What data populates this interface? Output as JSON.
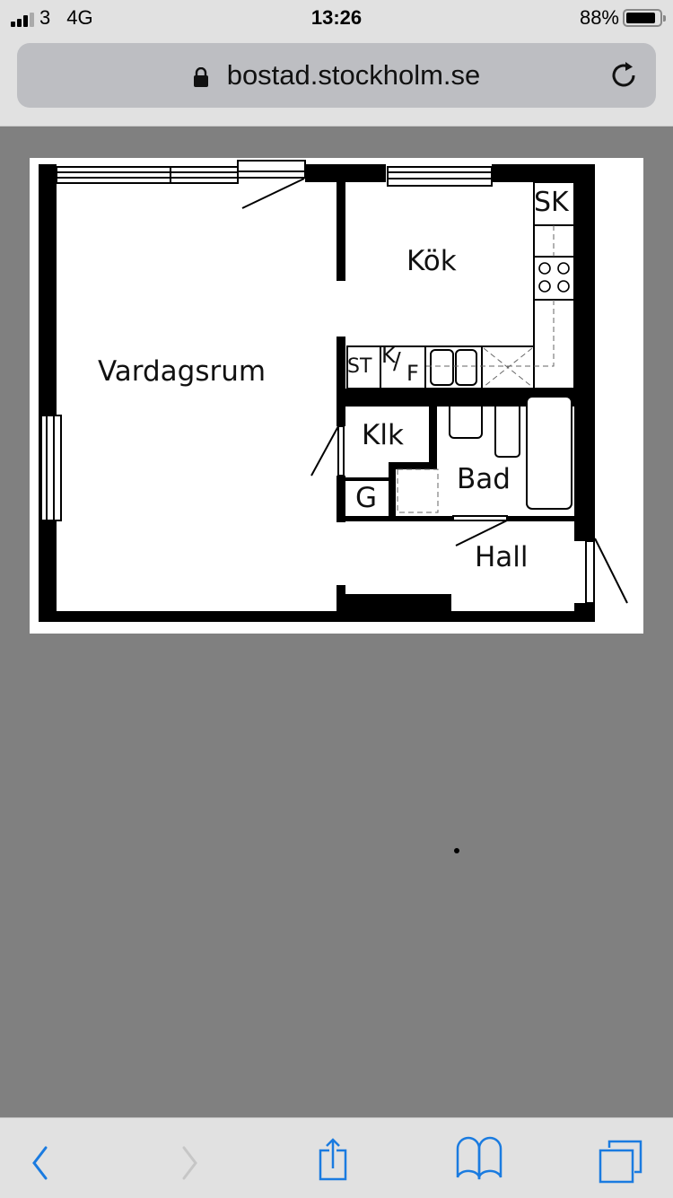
{
  "status_bar": {
    "signal_bars": 3,
    "carrier": "3",
    "network": "4G",
    "time": "13:26",
    "battery_percent": "88%"
  },
  "browser": {
    "url": "bostad.stockholm.se",
    "lock_icon": "lock-icon",
    "reload_icon": "reload-icon"
  },
  "floor_plan": {
    "rooms": {
      "living_room": "Vardagsrum",
      "kitchen": "Kök",
      "closet": "Klk",
      "bathroom": "Bad",
      "hall": "Hall",
      "wardrobe": "G"
    },
    "fixtures": {
      "cabinet": "SK",
      "stove_top": "ST",
      "fridge_k": "K",
      "fridge_slash": "/",
      "fridge_f": "F"
    }
  },
  "toolbar": {
    "back_icon": "chevron-left-icon",
    "forward_icon": "chevron-right-icon",
    "share_icon": "share-icon",
    "bookmarks_icon": "book-icon",
    "tabs_icon": "tabs-icon"
  },
  "colors": {
    "accent": "#1a7be0",
    "disabled": "#c6c6c6",
    "chrome_bg": "#e1e1e1",
    "url_bar_bg": "#bdbec2",
    "page_bg": "#808080"
  }
}
